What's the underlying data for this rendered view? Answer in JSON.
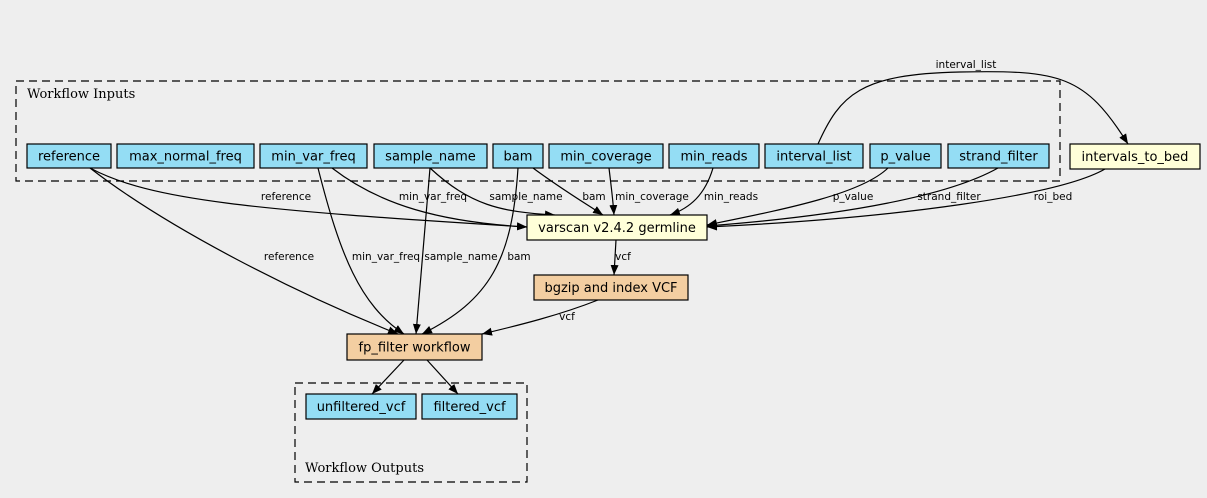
{
  "clusters": {
    "inputs": {
      "label": "Workflow Inputs"
    },
    "outputs": {
      "label": "Workflow Outputs"
    }
  },
  "nodes": {
    "reference": "reference",
    "max_normal_freq": "max_normal_freq",
    "min_var_freq": "min_var_freq",
    "sample_name": "sample_name",
    "bam": "bam",
    "min_coverage": "min_coverage",
    "min_reads": "min_reads",
    "interval_list": "interval_list",
    "p_value": "p_value",
    "strand_filter": "strand_filter",
    "intervals_to_bed": "intervals_to_bed",
    "varscan": "varscan v2.4.2 germline",
    "bgzip": "bgzip and index VCF",
    "fp_filter": "fp_filter workflow",
    "unfiltered_vcf": "unfiltered_vcf",
    "filtered_vcf": "filtered_vcf"
  },
  "edges": {
    "interval_list_to_bed": "interval_list",
    "ref_to_varscan": "reference",
    "mvf_to_varscan": "min_var_freq",
    "sn_to_varscan": "sample_name",
    "bam_to_varscan": "bam",
    "mincov_to_varscan": "min_coverage",
    "minreads_to_varscan": "min_reads",
    "pval_to_varscan": "p_value",
    "strand_to_varscan": "strand_filter",
    "bed_to_varscan": "roi_bed",
    "varscan_to_bgzip": "vcf",
    "ref_to_fp": "reference",
    "mvf_to_fp": "min_var_freq",
    "sn_to_fp": "sample_name",
    "bam_to_fp": "bam",
    "bgzip_to_fp": "vcf"
  },
  "colors": {
    "input_fill": "#94ddf4",
    "step_fill": "#ffffd8",
    "workflow_fill": "#f3cea1",
    "background": "#eeeeee"
  }
}
